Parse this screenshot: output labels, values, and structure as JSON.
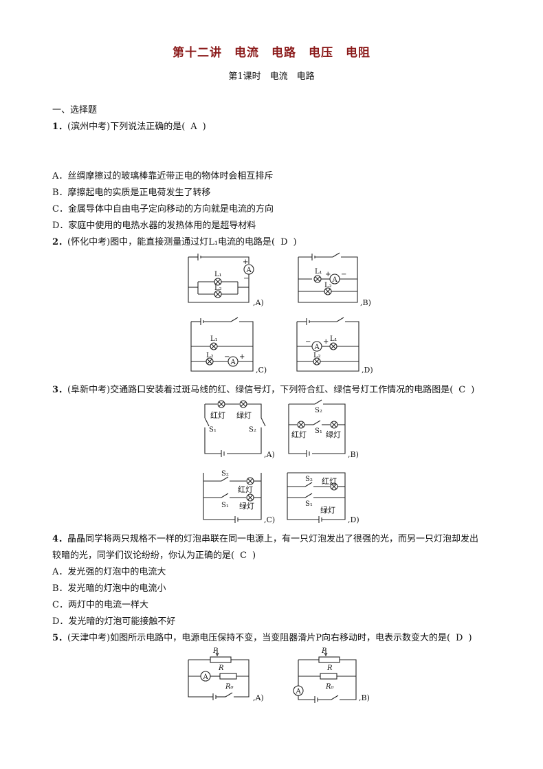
{
  "header": {
    "title": "第十二讲　电流　电路　电压　电阻",
    "subtitle": "第1课时　电流　电路"
  },
  "section": "一、选择题",
  "q1": {
    "num": "1．",
    "stem": "(滨州中考)下列说法正确的是(",
    "answer": "A",
    "close": ")",
    "options": [
      "A．丝绸摩擦过的玻璃棒靠近带正电的物体时会相互排斥",
      "B．摩擦起电的实质是正电荷发生了转移",
      "C．金属导体中自由电子定向移动的方向就是电流的方向",
      "D．家庭中使用的电热水器的发热体用的是超导材料"
    ]
  },
  "q2": {
    "num": "2．",
    "stem": "(怀化中考)图中，能直接测量通过灯L₁电流的电路是(",
    "answer": "D",
    "close": ")",
    "labels": {
      "A": ",A)",
      "B": ",B)",
      "C": ",C)",
      "D": ",D)"
    },
    "lamp1": "L₁",
    "lamp2": "L₂",
    "ammeter": "A",
    "plus": "+",
    "minus": "−"
  },
  "q3": {
    "num": "3．",
    "stem": "(阜新中考)交通路口安装着过斑马线的红、绿信号灯，下列符合红、绿信号灯工作情况的电路图是(",
    "answer": "C",
    "close": ")",
    "red": "红灯",
    "green": "绿灯",
    "s1": "S₁",
    "s2": "S₂",
    "labels": {
      "A": ",A)",
      "B": ",B)",
      "C": ",C)",
      "D": ",D)"
    }
  },
  "q4": {
    "num": "4．",
    "stem1": "晶晶同学将两只规格不一样的灯泡串联在同一电源上，有一只灯泡发出了很强的光，而另一只灯泡却发出",
    "stem2": "较暗的光，同学们议论纷纷，你认为正确的是(",
    "answer": "C",
    "close": ")",
    "options": [
      "A．发光强的灯泡中的电流大",
      "B．发光暗的灯泡中的电流小",
      "C．两灯中的电流一样大",
      "D．发光暗的灯泡可能接触不好"
    ]
  },
  "q5": {
    "num": "5．",
    "stem": "(天津中考)如图所示电路中，电源电压保持不变，当变阻器滑片P向右移动时，电表示数变大的是(",
    "answer": "D",
    "close": ")",
    "p": "P",
    "r": "R",
    "r0": "R₀",
    "ammeter": "A",
    "labels": {
      "A": ",A)",
      "B": ",B)"
    }
  }
}
